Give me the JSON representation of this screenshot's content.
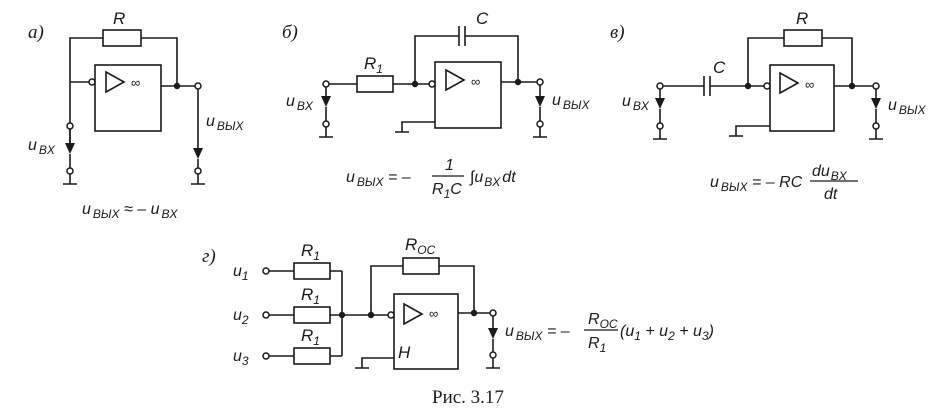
{
  "panel_labels": {
    "a": "а)",
    "b": "б)",
    "v": "в)",
    "g": "г)"
  },
  "components": {
    "R": "R",
    "C": "C",
    "R1_main": "R",
    "R1_sub": "1",
    "Roc_main": "R",
    "Roc_sub": "OC",
    "inf": "∞",
    "H": "H"
  },
  "signals": {
    "u": "u",
    "vx_sub": "BX",
    "vyx_sub": "BЫX",
    "u1": "u",
    "u1_sub": "1",
    "u2": "u",
    "u2_sub": "2",
    "u3": "u",
    "u3_sub": "3"
  },
  "equations": {
    "a_rest": " ≈ – u",
    "b_eq": " = – ",
    "b_num": "1",
    "b_den_main": "R",
    "b_den_sub": "1",
    "b_den_c": "C",
    "b_int": "∫u",
    "b_dt": "dt",
    "v_eq": " = – RC",
    "v_num": "du",
    "v_den": "dt",
    "g_eq": " = – ",
    "g_open": " (u",
    "g_plus1": " + u",
    "g_plus2": " + u",
    "g_close": ")"
  },
  "caption": "Рис. 3.17"
}
